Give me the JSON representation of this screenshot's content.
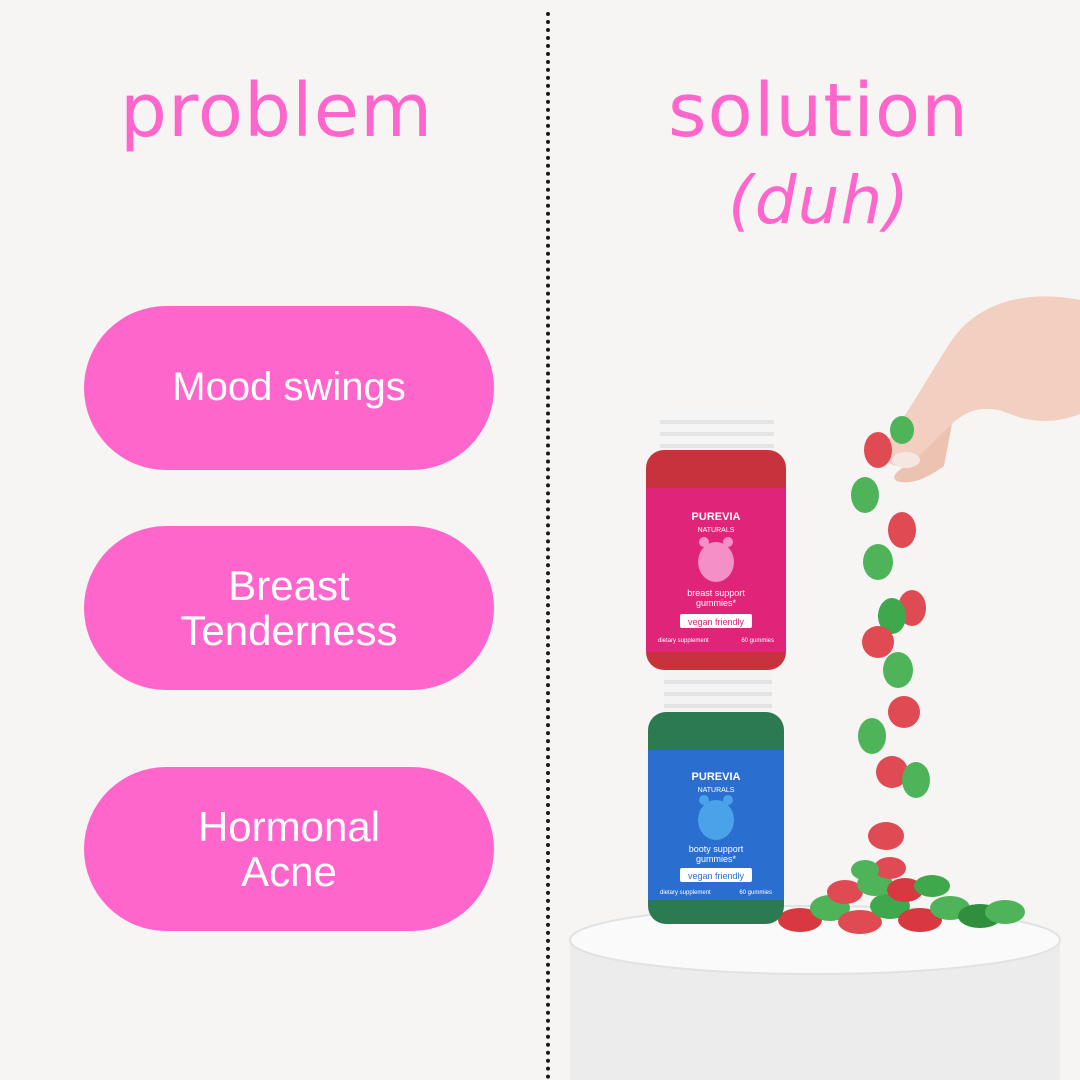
{
  "headings": {
    "problem": "problem",
    "solution": "solution",
    "solution_aside": "(duh)"
  },
  "problems": [
    {
      "label": "Mood swings"
    },
    {
      "label": "Breast\nTenderness"
    },
    {
      "label": "Hormonal\nAcne"
    }
  ],
  "product": {
    "brand": "PUREVIA",
    "brand_sub": "NATURALS",
    "jar_top": {
      "name_line1": "breast support",
      "name_line2": "gummies*",
      "badge": "vegan friendly",
      "footer_left": "dietary supplement",
      "footer_right": "60 gummies",
      "color": "#e0247a"
    },
    "jar_bottom": {
      "name_line1": "booty support",
      "name_line2": "gummies*",
      "badge": "vegan friendly",
      "footer_left": "dietary supplement",
      "footer_right": "60 gummies",
      "color": "#2a6fd0"
    }
  },
  "colors": {
    "accent": "#ff66cc",
    "background": "#f7f5f4"
  }
}
